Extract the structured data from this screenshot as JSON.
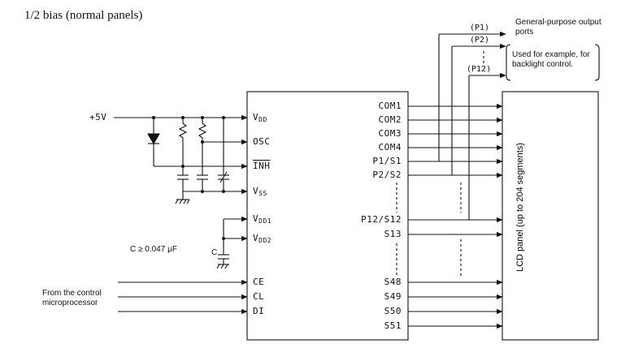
{
  "title": "1/2 bias (normal panels)",
  "supply": "+5V",
  "capacitor_note": "C ≥ 0.047 μF",
  "capacitor_label": "C",
  "controller_note": "From the control microprocessor",
  "left_pins": {
    "vdd": {
      "main": "V",
      "sub": "DD"
    },
    "osc": "OSC",
    "inh": "INH",
    "vss": {
      "main": "V",
      "sub": "SS"
    },
    "vdd1": {
      "main": "V",
      "sub": "DD1"
    },
    "vdd2": {
      "main": "V",
      "sub": "DD2"
    },
    "ce": "CE",
    "cl": "CL",
    "di": "DI"
  },
  "right_pins": [
    "COM1",
    "COM2",
    "COM3",
    "COM4",
    "P1/S1",
    "P2/S2",
    "P12/S12",
    "S13",
    "S48",
    "S49",
    "S50",
    "S51"
  ],
  "port_labels": [
    "(P1)",
    "(P2)",
    "(P12)"
  ],
  "gp_ports_note": "General-purpose output ports",
  "backlight_note": "Used for example, for backlight control.",
  "lcd_panel": "LCD panel (up to 204 segments)"
}
